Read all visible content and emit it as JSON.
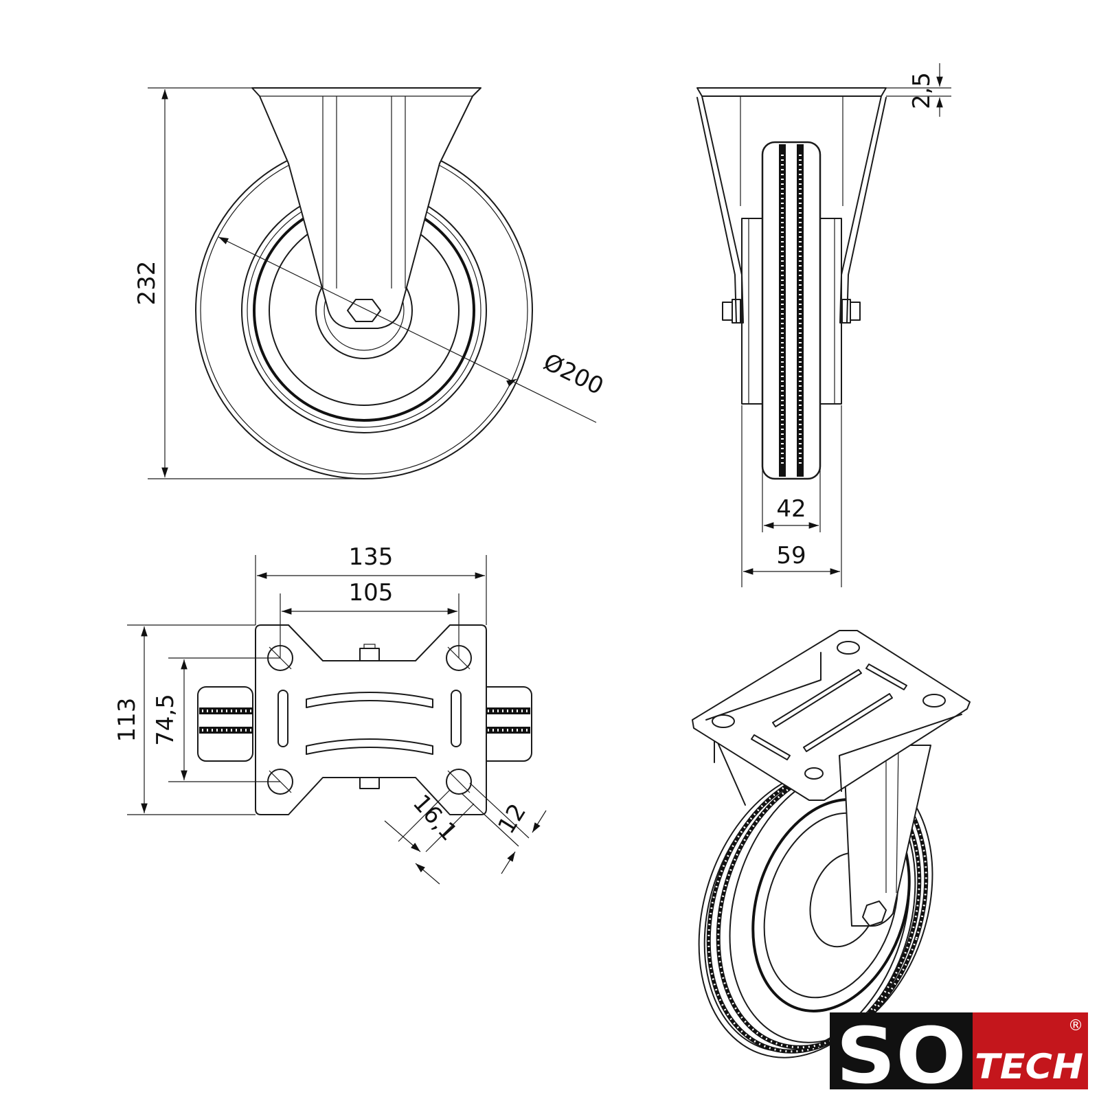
{
  "dimensions": {
    "total_height": "232",
    "wheel_diameter": "Ø200",
    "plate_thickness": "2,5",
    "tread_width": "42",
    "hub_length": "59",
    "plate_length": "135",
    "hole_spacing_length": "105",
    "plate_width": "113",
    "hole_spacing_width": "74,5",
    "slot_length": "16,1",
    "hole_diameter": "12"
  },
  "logo": {
    "part1": "SO",
    "part2": "TECH",
    "reg": "®",
    "colors": {
      "black": "#111111",
      "red": "#c4161c",
      "white": "#ffffff"
    }
  }
}
